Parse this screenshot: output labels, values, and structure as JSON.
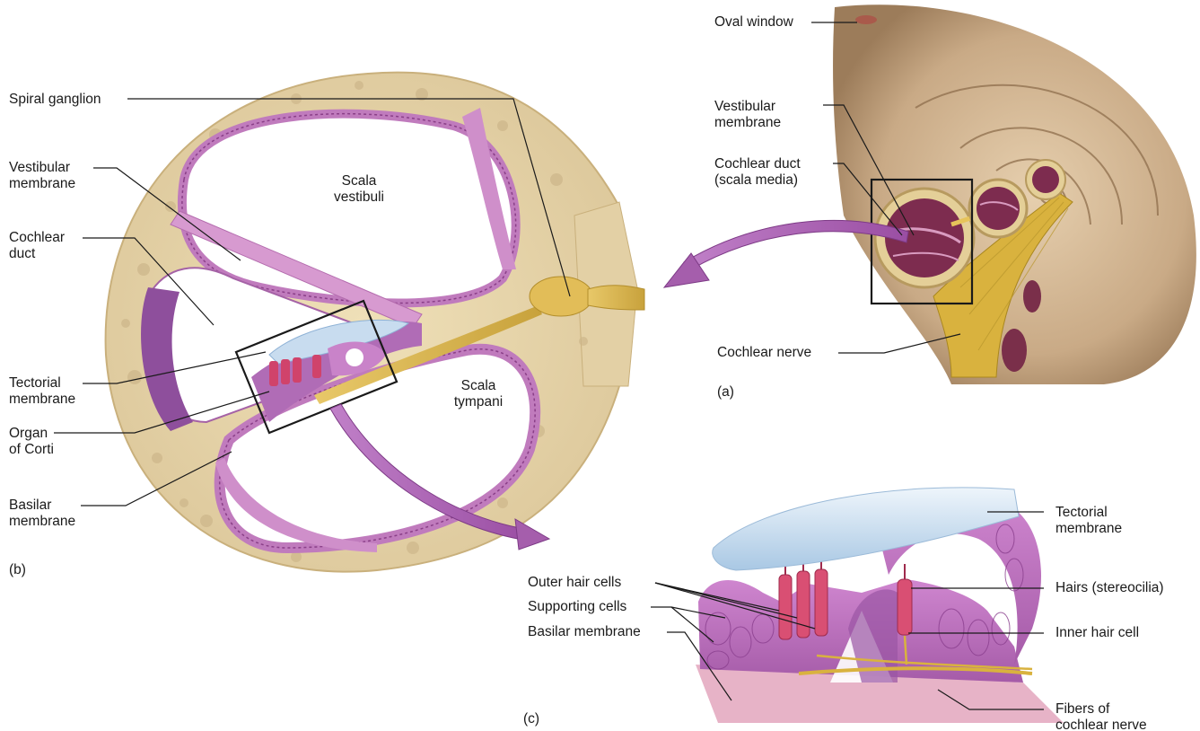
{
  "panel_a": {
    "label": "(a)",
    "oval_window": "Oval window",
    "vestibular_membrane": "Vestibular\nmembrane",
    "cochlear_duct": "Cochlear duct\n(scala media)",
    "cochlear_nerve": "Cochlear nerve"
  },
  "panel_b": {
    "label": "(b)",
    "spiral_ganglion": "Spiral ganglion",
    "vestibular_membrane": "Vestibular\nmembrane",
    "cochlear_duct": "Cochlear\nduct",
    "tectorial_membrane": "Tectorial\nmembrane",
    "organ_of_corti": "Organ\nof Corti",
    "basilar_membrane": "Basilar\nmembrane",
    "scala_vestibuli": "Scala\nvestibuli",
    "scala_tympani": "Scala\ntympani"
  },
  "panel_c": {
    "label": "(c)",
    "tectorial_membrane": "Tectorial\nmembrane",
    "outer_hair_cells": "Outer hair cells",
    "supporting_cells": "Supporting cells",
    "basilar_membrane": "Basilar membrane",
    "hairs": "Hairs (stereocilia)",
    "inner_hair_cell": "Inner hair cell",
    "fibers": "Fibers of\ncochlear nerve"
  }
}
